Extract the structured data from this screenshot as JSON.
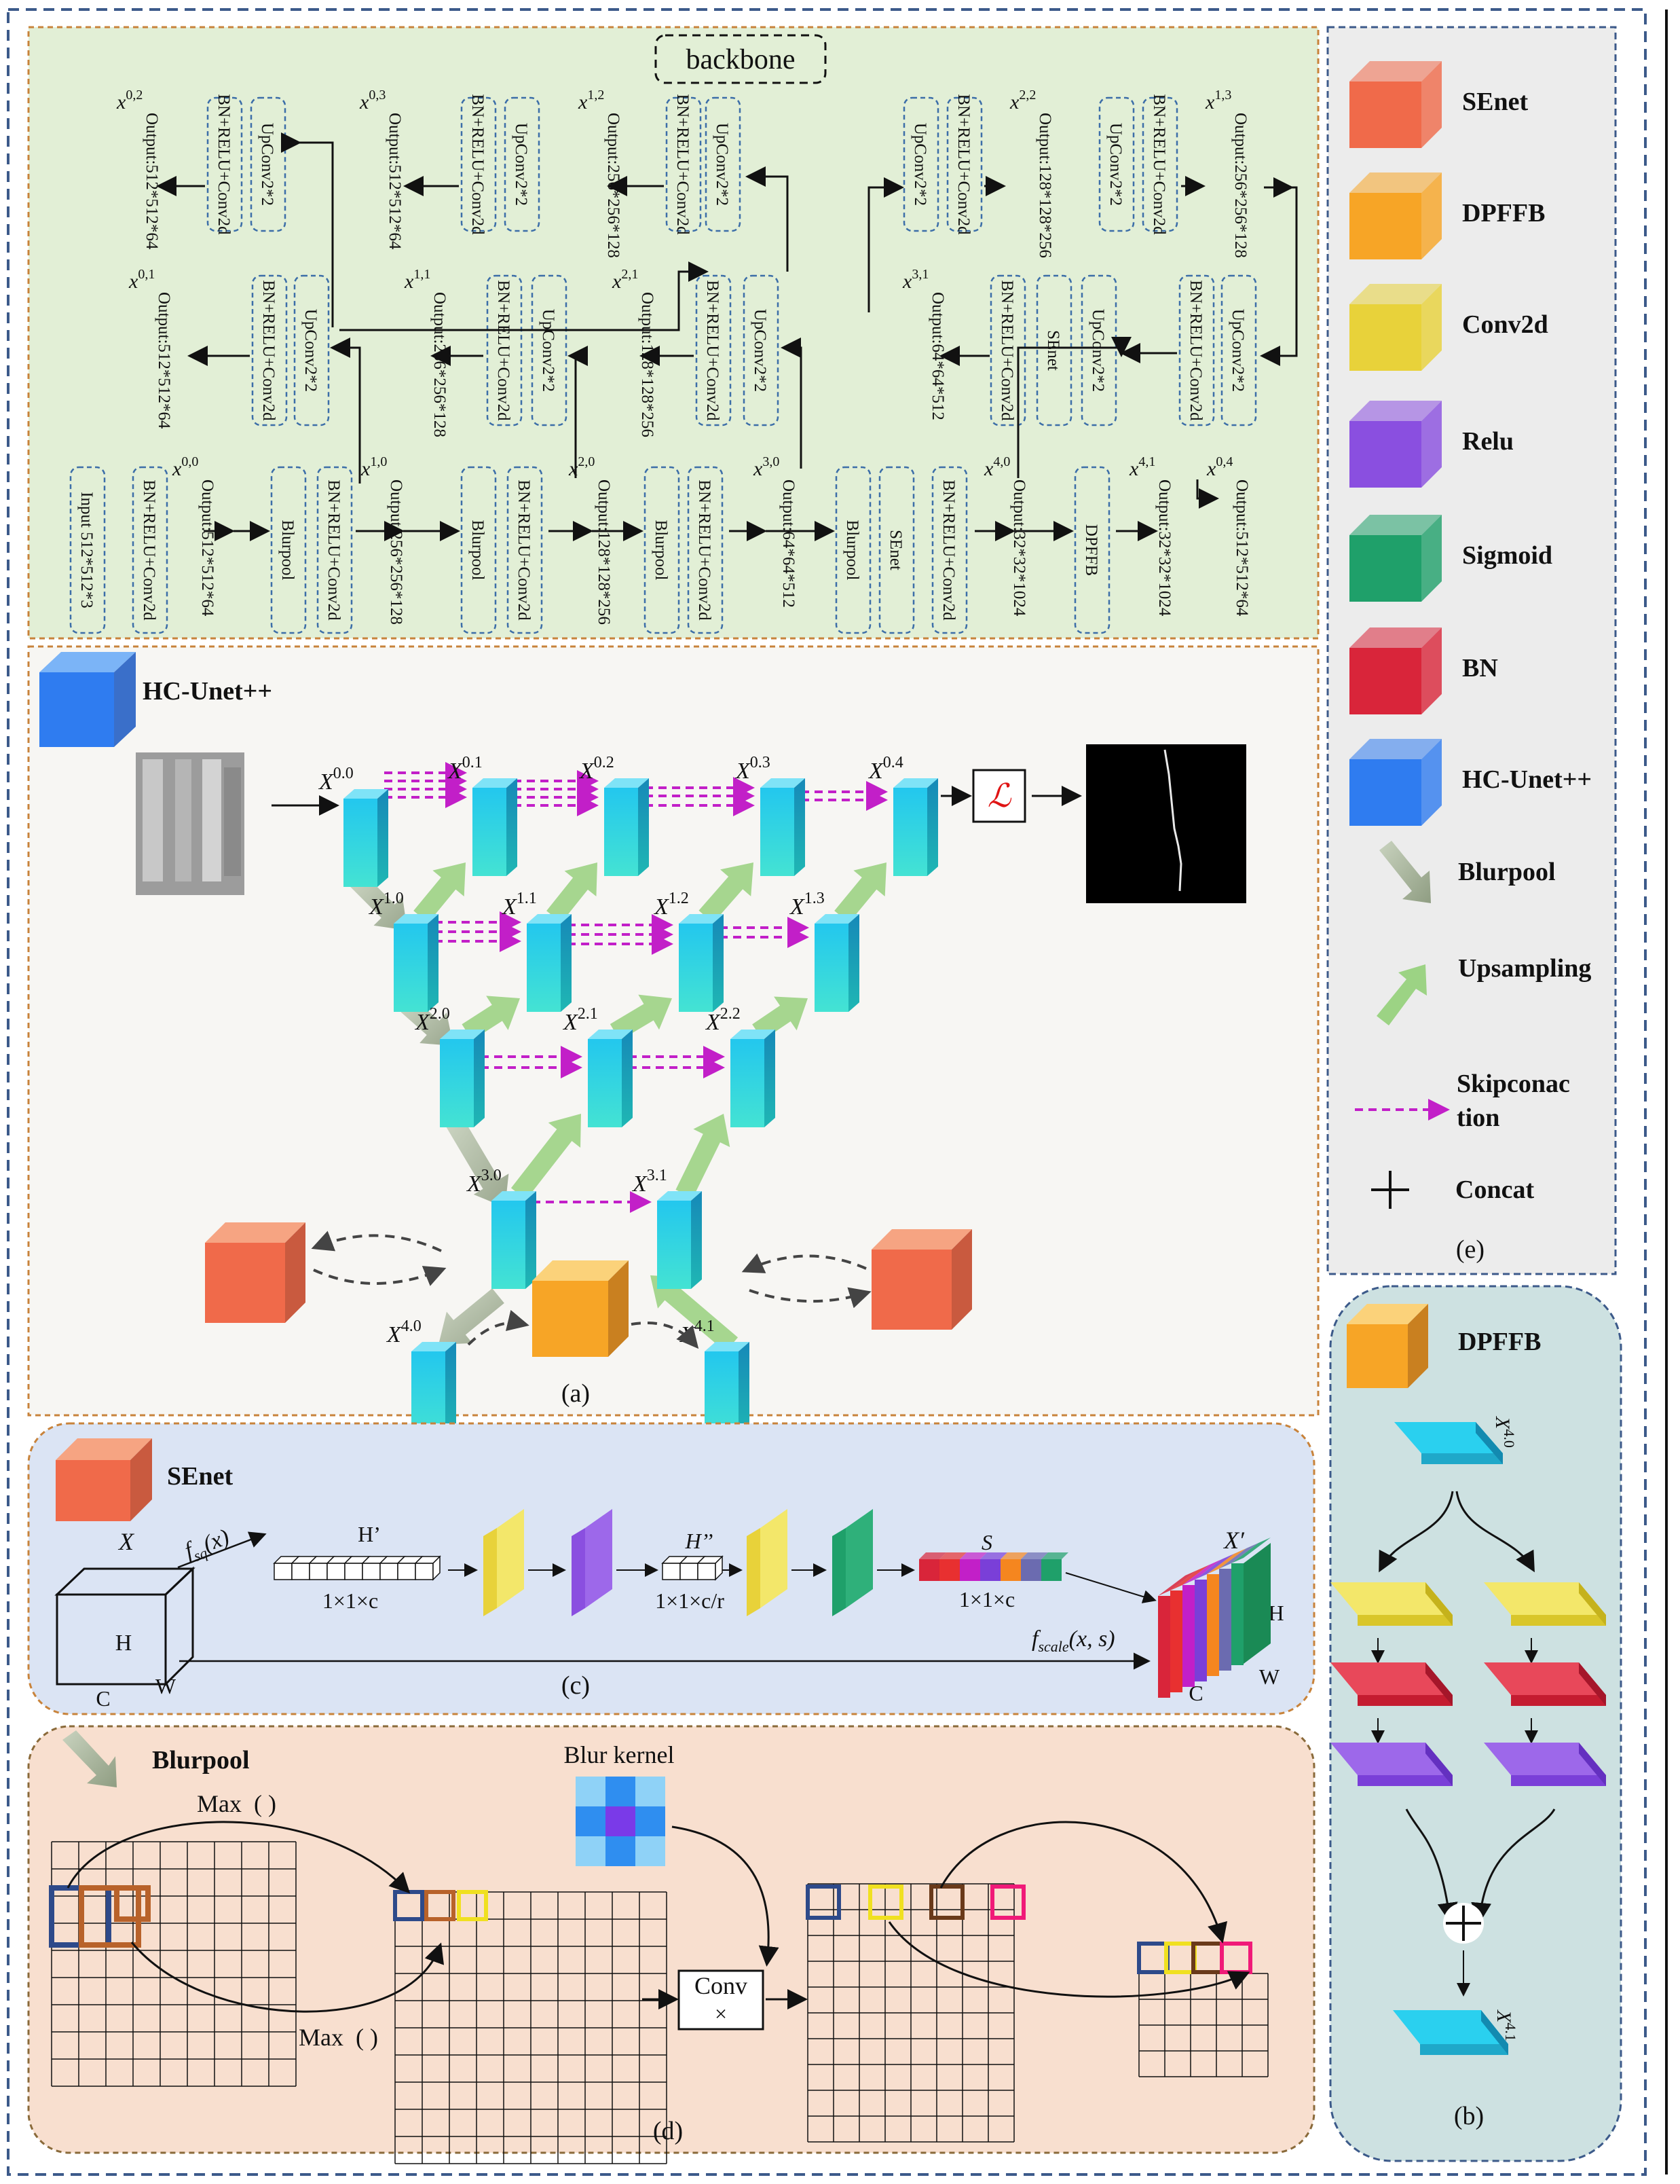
{
  "backbone": {
    "title": "backbone",
    "boxes": {
      "input": "Input 512*512*3",
      "bn_relu_conv": "BN+RELU+Conv2d",
      "blurpool": "Blurpool",
      "senet": "SEnet",
      "dpffb": "DPFFB",
      "upconv": "UpConv2*2"
    },
    "nodes": {
      "x00": "x",
      "x00_sup": "0,0",
      "x10_sup": "1,0",
      "x20_sup": "2,0",
      "x30_sup": "3,0",
      "x40_sup": "4,0",
      "x41_sup": "4,1",
      "x04_sup": "0,4",
      "x31_sup": "3,1",
      "x22_sup": "2,2",
      "x13_sup": "1,3",
      "x21_sup": "2,1",
      "x12_sup": "1,2",
      "x03_sup": "0,3",
      "x11_sup": "1,1",
      "x02_sup": "0,2",
      "x01_sup": "0,1"
    },
    "outputs": {
      "x00": "Output:512*512*64",
      "x10": "Output:256*256*128",
      "x20": "Output:128*128*256",
      "x30": "Output:64*64*512",
      "x40": "Output:32*32*1024",
      "x41": "Output:32*32*1024",
      "x04": "Output:512*512*64",
      "x31": "Output:64*64*512",
      "x22": "Output:128*128*256",
      "x13": "Output:256*256*128",
      "x21": "Output:128*128*256",
      "x12": "Output:256*256*128",
      "x03": "Output:512*512*64",
      "x11": "Output:256*256*128",
      "x02": "Output:512*512*64",
      "x01": "Output:512*512*64"
    }
  },
  "panel_a": {
    "title": "HC-Unet++",
    "caption": "(a)",
    "loss_symbol": "ℒ",
    "node_base": "X",
    "nodes": [
      "0.0",
      "0.1",
      "0.2",
      "0.3",
      "0.4",
      "1.0",
      "1.1",
      "1.2",
      "1.3",
      "2.0",
      "2.1",
      "2.2",
      "3.0",
      "3.1",
      "4.0",
      "4.1"
    ]
  },
  "panel_b": {
    "title": "DPFFB",
    "caption": "(b)",
    "input_label": "X",
    "input_sup": "4.0",
    "output_label": "X",
    "output_sup": "4.1"
  },
  "panel_c": {
    "title": "SEnet",
    "caption": "(c)",
    "x_label": "X",
    "x_prime": "X′",
    "fsq": "f",
    "fsq_sub": "sq",
    "fsq_arg": "(x)",
    "h_prime": "H’",
    "h_dprime": "H’’",
    "s_label": "S",
    "dim1": "1×1×c",
    "dim2": "1×1×c/r",
    "dim3": "1×1×c",
    "fscale": "f",
    "fscale_sub": "scale",
    "fscale_arg": "(x, s)",
    "h": "H",
    "w": "W",
    "c": "C"
  },
  "panel_d": {
    "title": "Blurpool",
    "caption": "(d)",
    "max1": "Max  ( )",
    "max2": "Max  ( )",
    "blur_kernel": "Blur kernel",
    "conv": "Conv",
    "conv_op": "×"
  },
  "legend": {
    "caption": "(e)",
    "items": [
      {
        "label": "SEnet",
        "color": "#f06a4a"
      },
      {
        "label": "DPFFB",
        "color": "#f7a526"
      },
      {
        "label": "Conv2d",
        "color": "#e8d23a"
      },
      {
        "label": "Relu",
        "color": "#8a4fe0"
      },
      {
        "label": "Sigmoid",
        "color": "#1fa06a"
      },
      {
        "label": "BN",
        "color": "#d9253a"
      },
      {
        "label": "HC-Unet++",
        "color": "#2f7cf0"
      },
      {
        "label": "Blurpool",
        "color": "#9aa88a"
      },
      {
        "label": "Upsampling",
        "color": "#9cd384"
      },
      {
        "label": "Skipconac",
        "label2": "tion",
        "color": "#c21fc8"
      },
      {
        "label": "Concat",
        "color": "#111111"
      }
    ]
  }
}
